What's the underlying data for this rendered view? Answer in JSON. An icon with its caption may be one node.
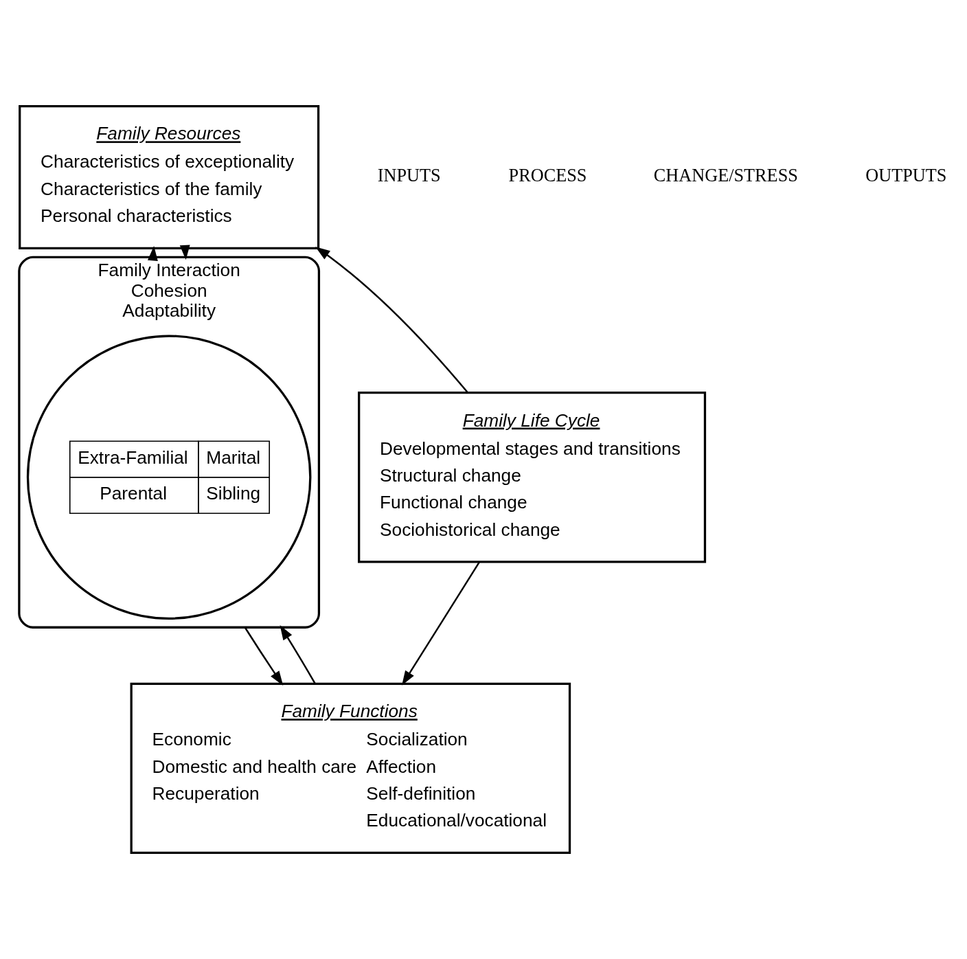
{
  "diagram": {
    "nodes": [
      {
        "text": [
          "Family Resources",
          "Characteristics of exceptionality",
          "Characteristics of the family",
          "Personal characteristics"
        ]
      },
      {
        "text": [
          "Family Interaction",
          "Cohesion",
          "Adaptability"
        ]
      },
      {
        "text": [],
        "shape": "circle",
        "in": 1
      },
      {
        "text": [
          "Extra-Familial"
        ],
        "in": 2
      },
      {
        "text": [
          "Marital"
        ],
        "in": 2
      },
      {
        "text": [
          "Parental"
        ],
        "in": 2
      },
      {
        "text": [
          "Sibling"
        ],
        "in": 2
      },
      {
        "text": [
          "Family Life Cycle",
          "Developmental stages and transitions",
          "Structural change",
          "Functional change",
          "Sociohistorical change"
        ]
      },
      {
        "text": [
          "Family Functions",
          "Economic",
          "Domestic and health care",
          "Recuperation",
          "Socialization",
          "Affection",
          "Self-definition",
          "Educational/vocational"
        ]
      }
    ],
    "edges": [
      {
        "from": 0,
        "to": 1,
        "arrow": "to"
      },
      {
        "from": 1,
        "to": 0,
        "arrow": "to"
      },
      {
        "from": 1,
        "to": 8,
        "arrow": "to"
      },
      {
        "from": 8,
        "to": 1,
        "arrow": "to"
      },
      {
        "from": 7,
        "to": 0,
        "arrow": "to"
      },
      {
        "from": 7,
        "to": 8,
        "arrow": "to"
      }
    ],
    "labels": [
      "INPUTS",
      "PROCESS",
      "CHANGE/STRESS",
      "OUTPUTS"
    ]
  }
}
